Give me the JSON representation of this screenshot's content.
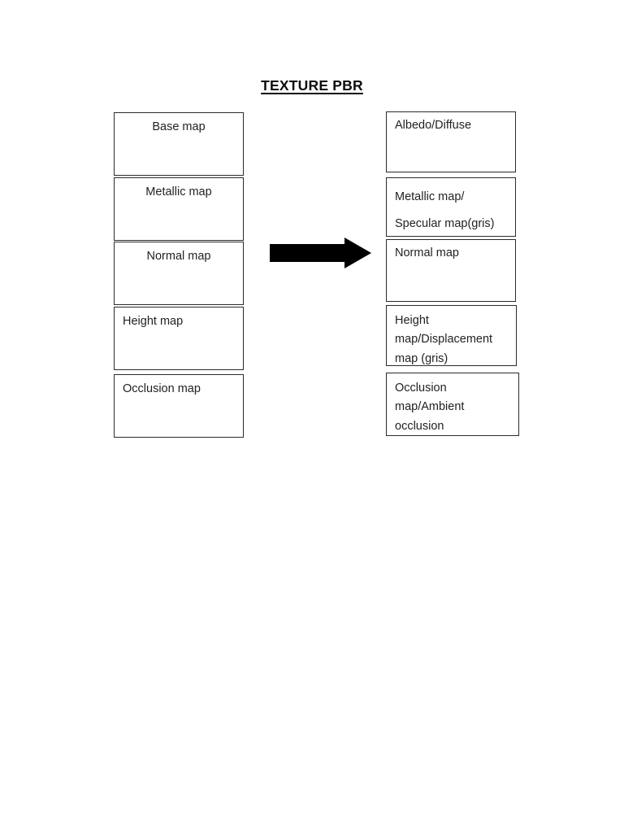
{
  "document": {
    "title": "TEXTURE PBR"
  },
  "flow": {
    "arrow": {
      "name": "right-arrow",
      "color": "#000000",
      "direction": "right"
    }
  },
  "source_column": {
    "name": "base-texture-maps",
    "boxes": [
      {
        "label": "Base map",
        "align": "center"
      },
      {
        "label": "Metallic map",
        "align": "center"
      },
      {
        "label": "Normal map",
        "align": "center"
      },
      {
        "label": "Height map",
        "align": "left"
      },
      {
        "label": "Occlusion map",
        "align": "left"
      }
    ]
  },
  "target_column": {
    "name": "pbr-texture-maps",
    "boxes": [
      {
        "label": "Albedo/Diffuse"
      },
      {
        "label": "Metallic map/\nSpecular map(gris)"
      },
      {
        "label": "Normal map"
      },
      {
        "label": "Height map/Displacement map (gris)"
      },
      {
        "label": "Occlusion map/Ambient occlusion"
      }
    ]
  },
  "colors": {
    "background": "#ffffff",
    "text": "#222222",
    "box_border": "#2b2b2b",
    "arrow": "#000000",
    "title": "#0d0d0d"
  }
}
